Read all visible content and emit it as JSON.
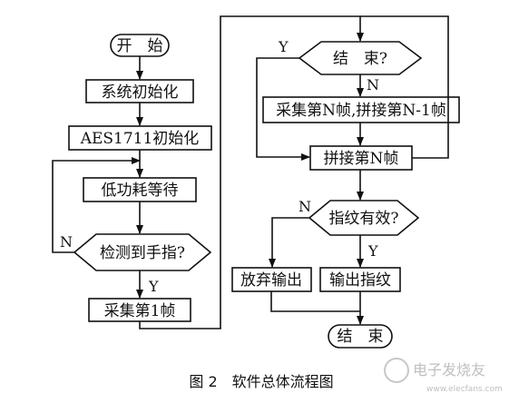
{
  "nodes": {
    "start": "开　始",
    "sys_init": "系统初始化",
    "aes_init": "AES1711初始化",
    "low_power": "低功耗等待",
    "detect": "检测到手指?",
    "collect1": "采集第1帧",
    "end_q": "结　束?",
    "collectN": "采集第N帧,拼接第N-1帧",
    "stitchN": "拼接第N帧",
    "valid": "指纹有效?",
    "discard": "放弃输出",
    "output": "输出指纹",
    "end": "结　束"
  },
  "labels": {
    "detect_no": "N",
    "detect_yes": "Y",
    "end_yes": "Y",
    "end_no": "N",
    "valid_no": "N",
    "valid_yes": "Y"
  },
  "caption": "图 2　软件总体流程图",
  "watermark": {
    "main": "电子发烧友",
    "url": "www.elecfans.com"
  }
}
